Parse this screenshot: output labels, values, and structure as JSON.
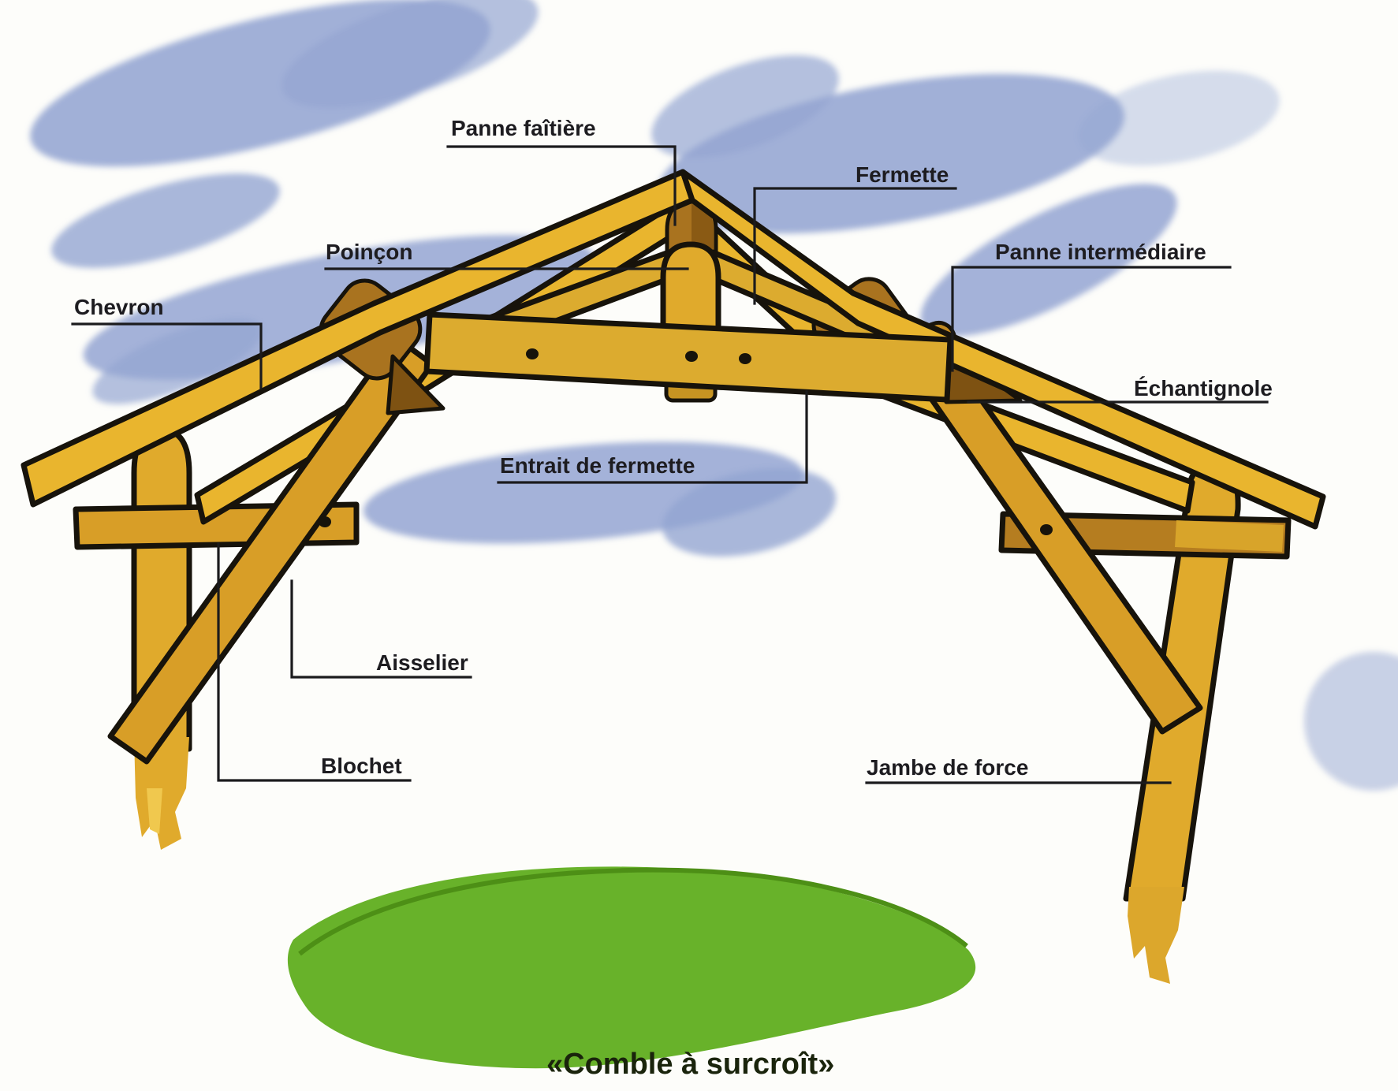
{
  "diagram": {
    "title": "«Comble à surcroît»",
    "labels": {
      "panne_faitiere": "Panne faîtière",
      "fermette": "Fermette",
      "poincon": "Poinçon",
      "panne_intermediaire": "Panne intermédiaire",
      "chevron": "Chevron",
      "echantignole": "Échantignole",
      "entrait_de_fermette": "Entrait de fermette",
      "aisselier": "Aisselier",
      "blochet": "Blochet",
      "jambe_de_force": "Jambe de force"
    },
    "colors": {
      "wood_light": "#e9b52e",
      "wood_mid": "#d89e27",
      "wood_brown": "#a9731f",
      "wood_dark": "#7e5212",
      "outline": "#17130b",
      "sky_wash": "#94a5d2",
      "grass_wash": "#68b22a",
      "label_text": "#1d1c20",
      "background": "#fdfdfa"
    }
  }
}
